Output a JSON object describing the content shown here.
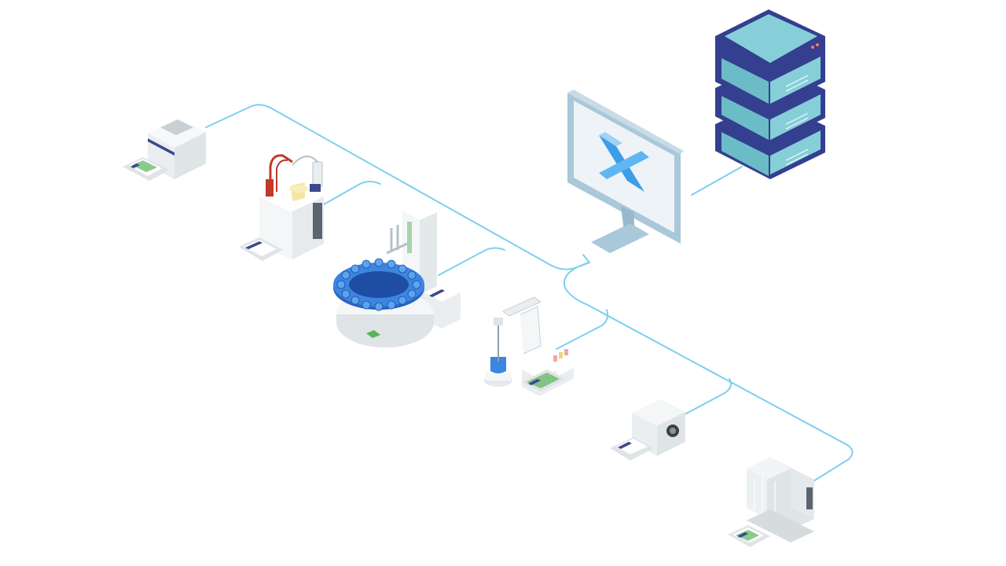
{
  "colors": {
    "connection_line": "#7fcfef",
    "server_frame": "#343f8f",
    "server_panel": "#86cfd8",
    "server_panel_dark": "#6bbcc7",
    "monitor_frame": "#a9c8da",
    "monitor_screen": "#eef3f7",
    "logo_blue": "#3d9ee8",
    "sample_blue": "#2d6ed1",
    "device_white": "#f4f6f7",
    "device_grey": "#d6dbde",
    "screen_green": "#5ab35a"
  },
  "icons": {
    "logo": "x-logo-icon",
    "server": "server-stack-icon",
    "monitor": "monitor-icon",
    "arrow": "arrow-right-icon"
  },
  "diagram": {
    "nodes": [
      "server",
      "monitor",
      "balance-printer",
      "titrator",
      "autosampler",
      "ph-meter",
      "moisture-analyzer",
      "analytical-balance"
    ]
  }
}
